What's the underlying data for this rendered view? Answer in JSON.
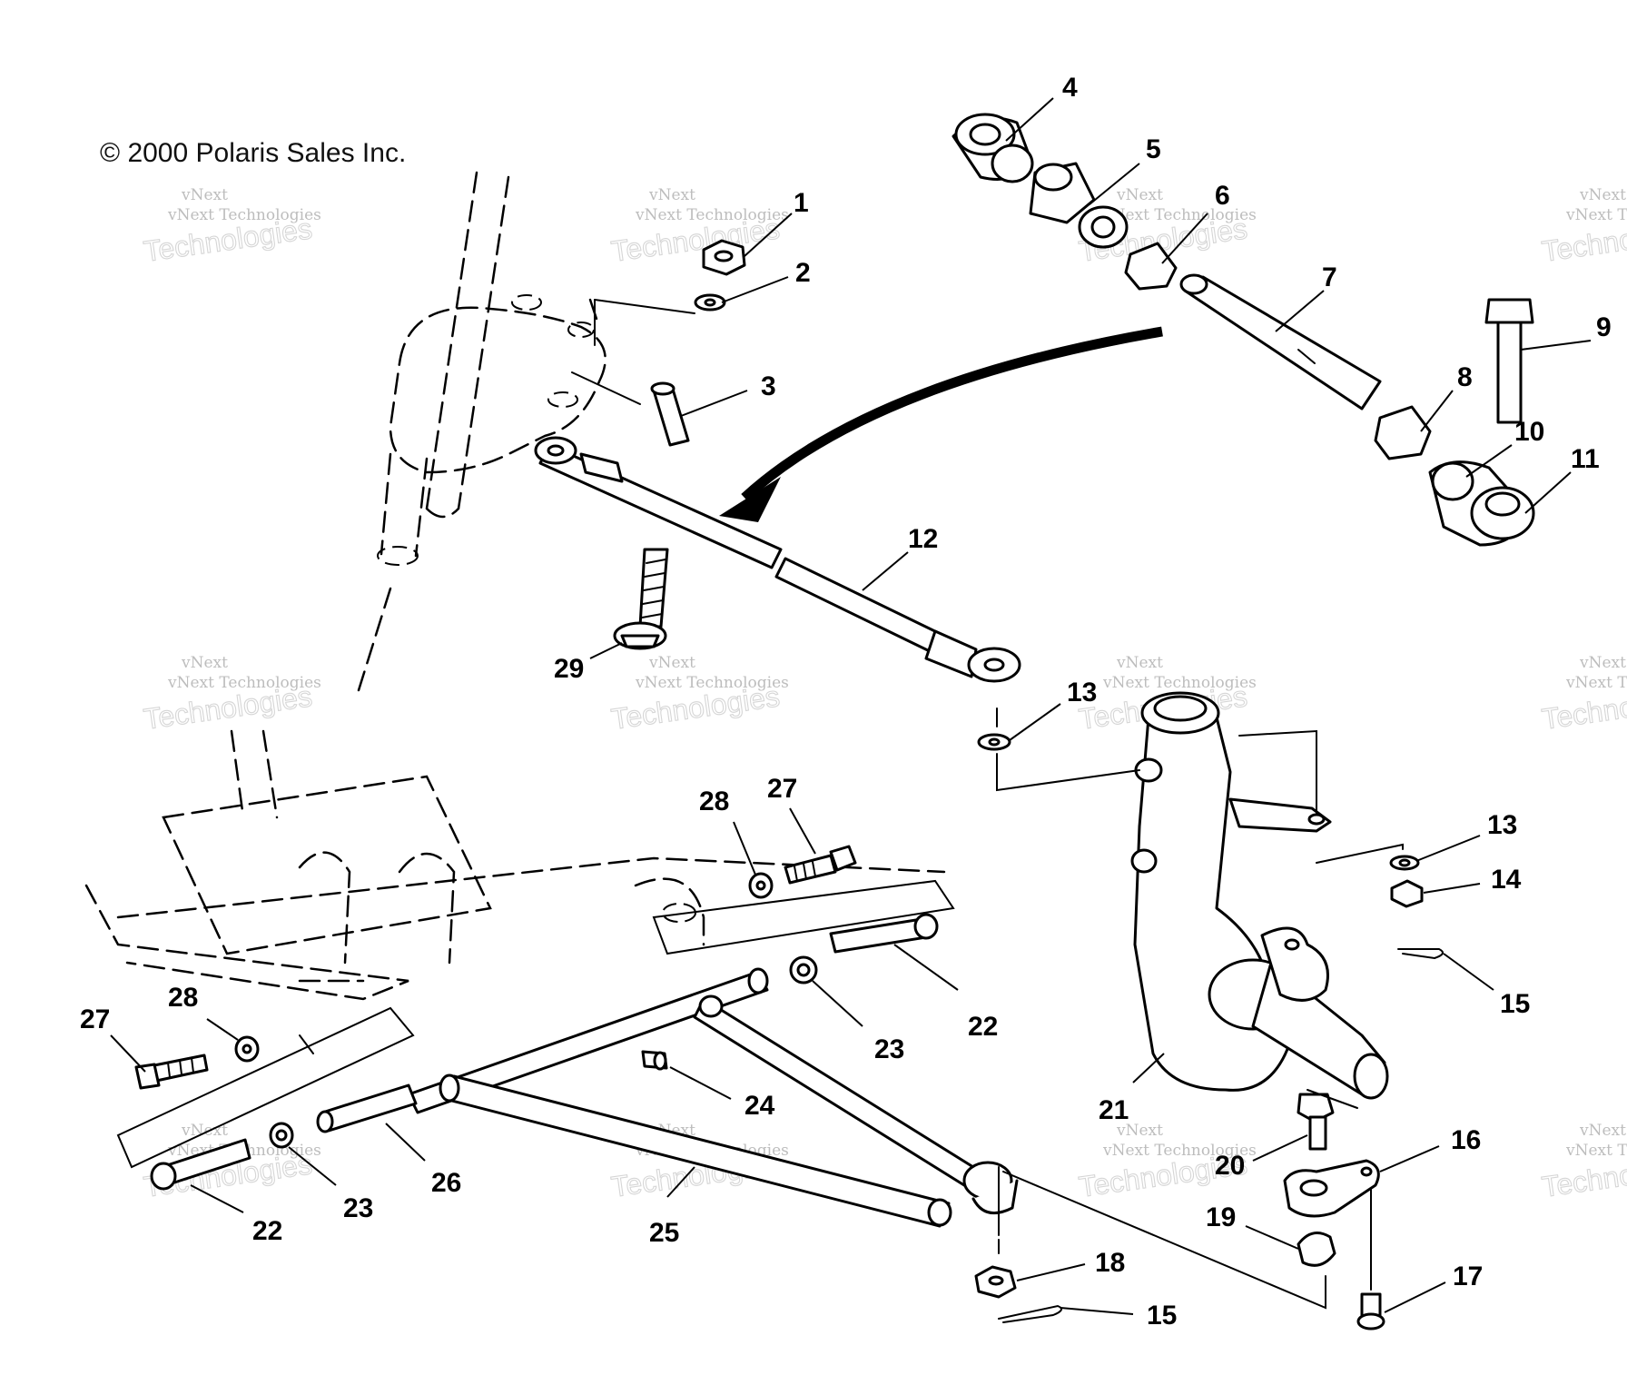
{
  "copyright": "© 2000 Polaris Sales Inc.",
  "watermark": {
    "line1": "vNext",
    "line2": "vNext Technologies",
    "line3": "Technologies"
  },
  "callouts": {
    "p1": "1",
    "p2": "2",
    "p3": "3",
    "p4": "4",
    "p5": "5",
    "p6": "6",
    "p7": "7",
    "p8": "8",
    "p9": "9",
    "p10": "10",
    "p11": "11",
    "p12": "12",
    "p13a": "13",
    "p13b": "13",
    "p14": "14",
    "p15a": "15",
    "p15b": "15",
    "p16": "16",
    "p17": "17",
    "p18": "18",
    "p19": "19",
    "p20": "20",
    "p21": "21",
    "p22a": "22",
    "p22b": "22",
    "p23a": "23",
    "p23b": "23",
    "p24": "24",
    "p25": "25",
    "p26": "26",
    "p27a": "27",
    "p27b": "27",
    "p28a": "28",
    "p28b": "28",
    "p29": "29"
  }
}
